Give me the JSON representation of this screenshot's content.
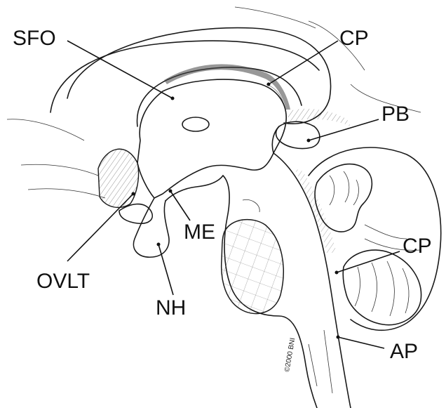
{
  "labels": {
    "sfo": "SFO",
    "cp_top": "CP",
    "pb": "PB",
    "me": "ME",
    "ovlt": "OVLT",
    "nh": "NH",
    "cp_bottom": "CP",
    "ap": "AP"
  },
  "copyright": "©2000 BNI",
  "colors": {
    "ink": "#111111",
    "background": "#ffffff"
  }
}
